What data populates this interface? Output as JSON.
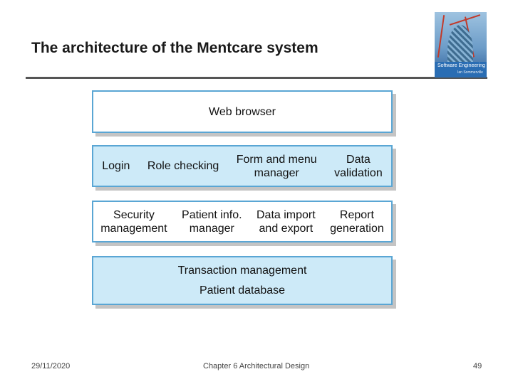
{
  "slide": {
    "title": "The architecture of the Mentcare system"
  },
  "book_cover": {
    "title": "Software Engineering",
    "subtitle": "Ian Sommerville"
  },
  "diagram": {
    "layers": [
      {
        "items": [
          "Web browser"
        ]
      },
      {
        "items": [
          "Login",
          "Role checking",
          "Form and menu\nmanager",
          "Data\nvalidation"
        ]
      },
      {
        "items": [
          "Security\nmanagement",
          "Patient info.\nmanager",
          "Data import\nand export",
          "Report\ngeneration"
        ]
      },
      {
        "items": [
          "Transaction management",
          "Patient database"
        ]
      }
    ]
  },
  "footer": {
    "date": "29/11/2020",
    "chapter": "Chapter 6 Architectural Design",
    "page": "49"
  }
}
